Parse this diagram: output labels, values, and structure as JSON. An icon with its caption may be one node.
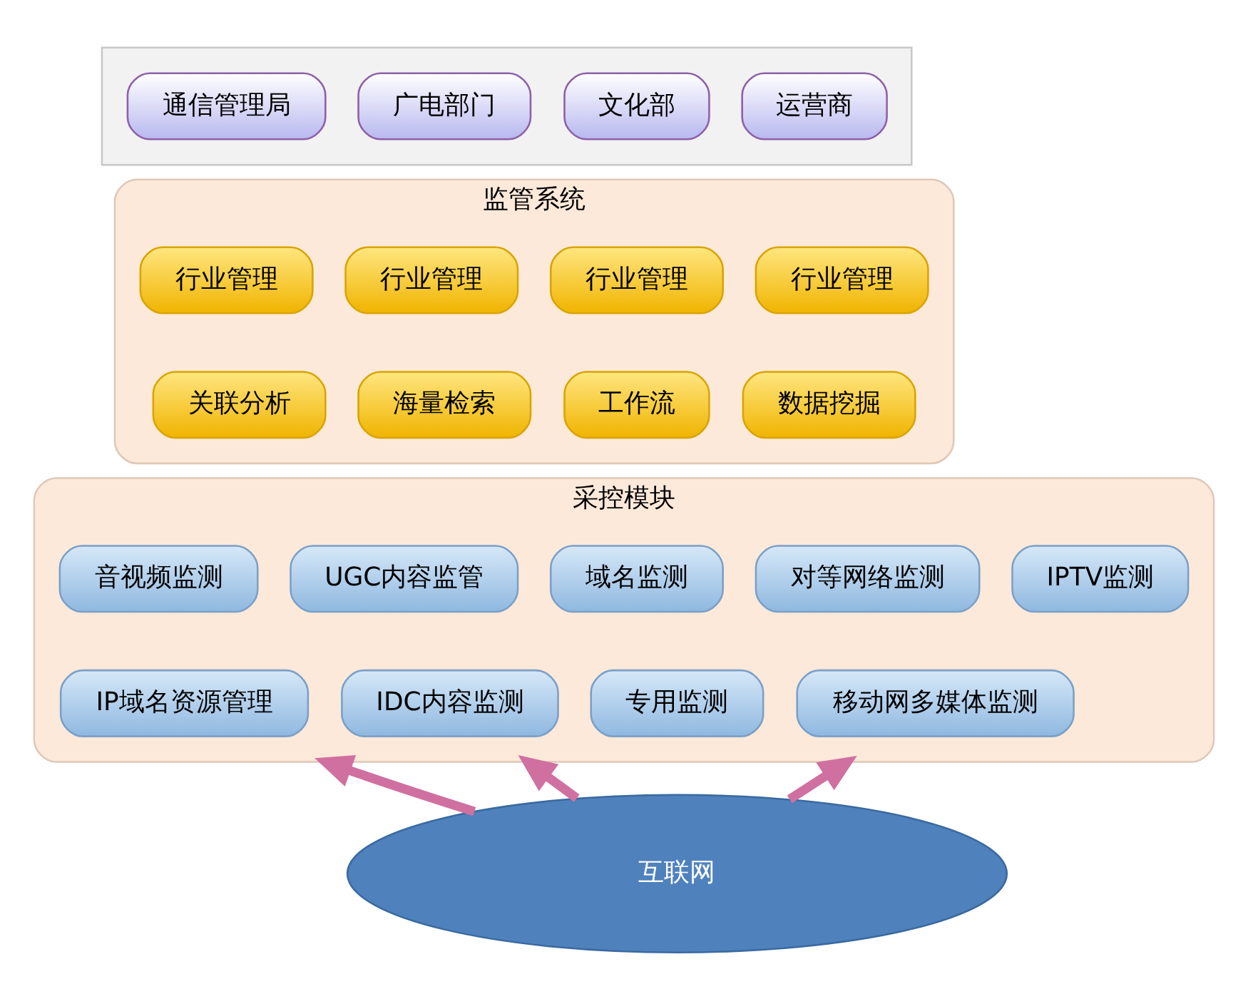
{
  "diagram": {
    "nodes": [
      {
        "text": [],
        "shape": "box"
      },
      {
        "text": [
          "通信管理局"
        ],
        "in": 0
      },
      {
        "text": [
          "广电部门"
        ],
        "in": 0
      },
      {
        "text": [
          "文化部"
        ],
        "in": 0
      },
      {
        "text": [
          "运营商"
        ],
        "in": 0
      },
      {
        "text": [
          "监管系统"
        ]
      },
      {
        "text": [
          "行业管理"
        ],
        "in": 5
      },
      {
        "text": [
          "行业管理"
        ],
        "in": 5
      },
      {
        "text": [
          "行业管理"
        ],
        "in": 5
      },
      {
        "text": [
          "行业管理"
        ],
        "in": 5
      },
      {
        "text": [
          "关联分析"
        ],
        "in": 5
      },
      {
        "text": [
          "海量检索"
        ],
        "in": 5
      },
      {
        "text": [
          "工作流"
        ],
        "in": 5
      },
      {
        "text": [
          "数据挖掘"
        ],
        "in": 5
      },
      {
        "text": [
          "采控模块"
        ]
      },
      {
        "text": [
          "音视频监测"
        ],
        "in": 14
      },
      {
        "text": [
          "UGC内容监管"
        ],
        "in": 14
      },
      {
        "text": [
          "域名监测"
        ],
        "in": 14
      },
      {
        "text": [
          "对等网络监测"
        ],
        "in": 14
      },
      {
        "text": [
          "IPTV监测"
        ],
        "in": 14
      },
      {
        "text": [
          "IP域名资源管理"
        ],
        "in": 14
      },
      {
        "text": [
          "IDC内容监测"
        ],
        "in": 14
      },
      {
        "text": [
          "专用监测"
        ],
        "in": 14
      },
      {
        "text": [
          "移动网多媒体监测"
        ],
        "in": 14
      },
      {
        "text": [
          "互联网"
        ]
      }
    ],
    "edges": [
      {
        "from": 24,
        "to": 14,
        "arrow": "to"
      },
      {
        "from": 24,
        "to": 14,
        "arrow": "to"
      },
      {
        "from": 24,
        "to": 14,
        "arrow": "to"
      }
    ]
  }
}
